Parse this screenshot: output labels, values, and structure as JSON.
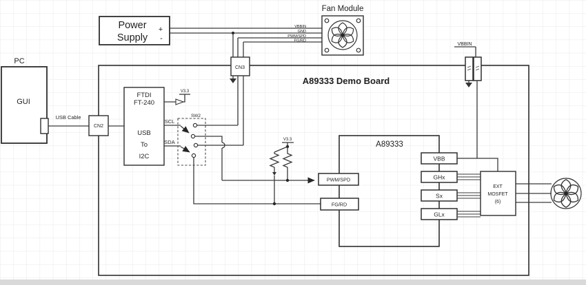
{
  "diagram": {
    "board_title": "A89333 Demo Board",
    "pc": {
      "label": "PC",
      "screen": "GUI"
    },
    "usb_cable_label": "USB Cable",
    "connectors": {
      "cn2": "CN2",
      "cn3": "CN3"
    },
    "power_supply": {
      "line1": "Power",
      "line2": "Supply",
      "plus": "+",
      "minus": "-"
    },
    "fan_module": {
      "title": "Fan Module"
    },
    "fan_wire_labels": {
      "vbbin": "VBBIN",
      "gnd": "GND",
      "pwmspd": "PWM/SPD",
      "fgrd": "FG/RD"
    },
    "ftdi": {
      "line1": "FTDI",
      "line2": "FT-240",
      "line3": "USB",
      "line4": "To",
      "line5": "I2C"
    },
    "rails": {
      "v33_ftdi": "V3.3",
      "v33_pullup": "V3.3",
      "vbbin_top": "VBBIN"
    },
    "switch": {
      "name": "SW2",
      "scl": "SCL",
      "sda": "SDA"
    },
    "chip": {
      "label": "A89333",
      "pin_pwmspd": "PWM/SPD",
      "pin_fgrd": "FG/RD",
      "pin_vbb": "VBB",
      "pin_ghx": "GHx",
      "pin_sx": "Sx",
      "pin_glx": "GLx"
    },
    "ext_mosfet": {
      "line1": "EXT",
      "line2": "MOSFET",
      "line3": "(6)"
    },
    "colors": {
      "wire": "#3a3a3a",
      "grid": "#e8e8e8",
      "text": "#1f1f1f"
    }
  }
}
